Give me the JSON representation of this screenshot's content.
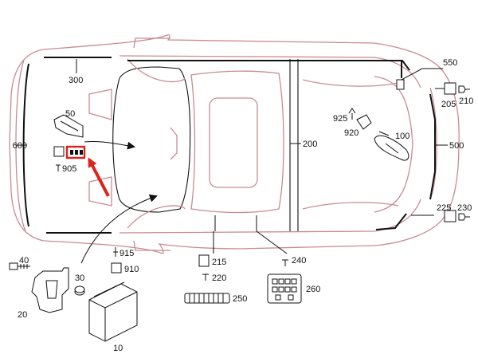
{
  "diagram": {
    "callouts": {
      "c10": "10",
      "c20": "20",
      "c30": "30",
      "c40": "40",
      "c50": "50",
      "c100": "100",
      "c200": "200",
      "c205": "205",
      "c210": "210",
      "c215": "215",
      "c220": "220",
      "c225": "225",
      "c230": "230",
      "c240": "240",
      "c250": "250",
      "c260": "260",
      "c300": "300",
      "c500": "500",
      "c550": "550",
      "c600": "600",
      "c905": "905",
      "c910": "910",
      "c915": "915",
      "c920": "920",
      "c925": "925"
    },
    "colors": {
      "body_outline": "#c98a94",
      "highlight": "#e0201a",
      "ink": "#111111"
    }
  }
}
